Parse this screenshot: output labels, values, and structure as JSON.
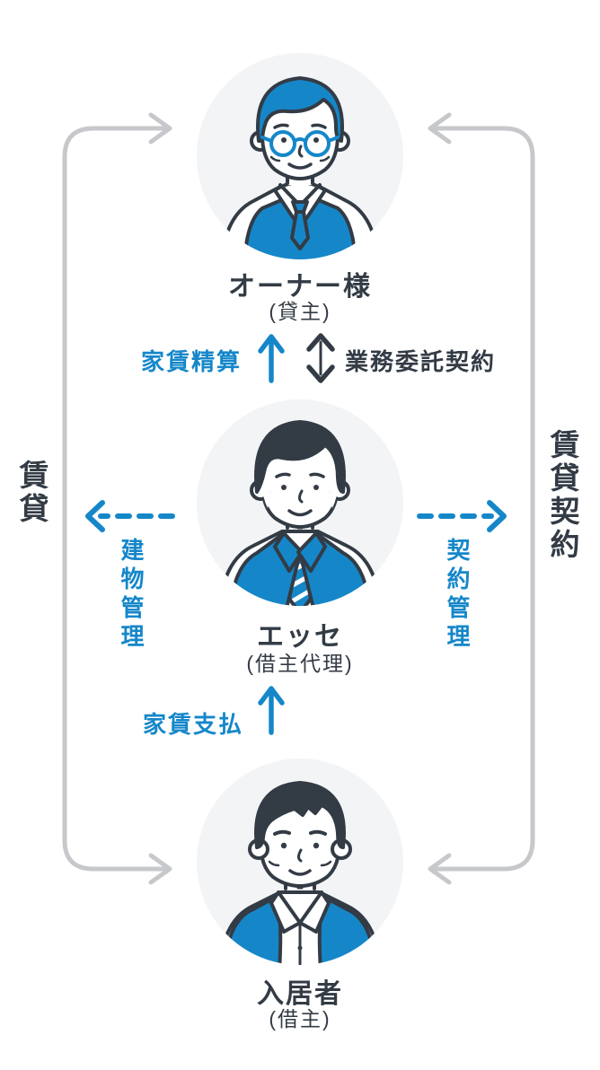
{
  "diagram": {
    "title_hint": "rental management relationship diagram",
    "owner": {
      "name": "オーナー様",
      "role": "(貸主)"
    },
    "agent": {
      "name": "エッセ",
      "role": "(借主代理)"
    },
    "tenant": {
      "name": "入居者",
      "role": "(借主)"
    },
    "labels": {
      "rent_settlement": "家賃精算",
      "outsourcing_contract": "業務委託契約",
      "building_management": "建物管理",
      "contract_management": "契約管理",
      "rent_payment": "家賃支払",
      "lease": "賃貸",
      "lease_contract": "賃貸契約"
    },
    "colors": {
      "blue": "#1587c9",
      "dark": "#333b45",
      "gray_line": "#c6c8cb",
      "circle_bg": "#f3f4f6"
    }
  }
}
